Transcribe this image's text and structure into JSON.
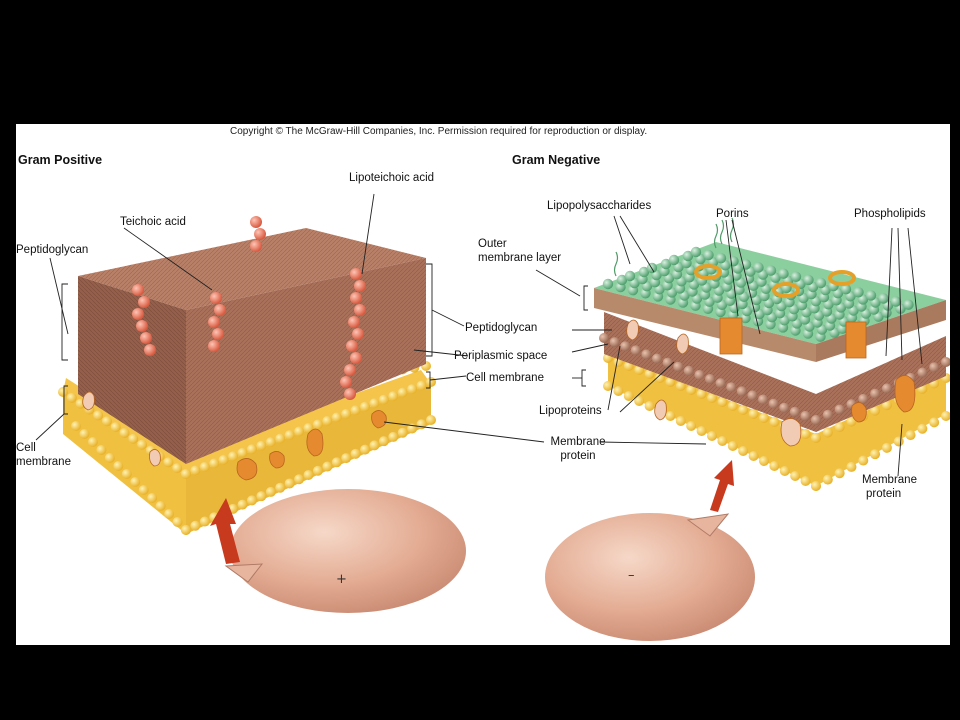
{
  "copyright": "Copyright © The McGraw-Hill Companies, Inc. Permission required for reproduction or display.",
  "positive": {
    "title": "Gram Positive",
    "labels": {
      "lipoteichoic": "Lipoteichoic acid",
      "teichoic": "Teichoic acid",
      "peptidoglycan": "Peptidoglycan",
      "cell_membrane_1": "Cell",
      "cell_membrane_2": "membrane"
    },
    "cell_sign": "+"
  },
  "negative": {
    "title": "Gram Negative",
    "labels": {
      "lps": "Lipopolysaccharides",
      "porins": "Porins",
      "phospholipids": "Phospholipids",
      "outer_1": "Outer",
      "outer_2": "membrane layer",
      "lipoproteins": "Lipoproteins",
      "mprotein_1": "Membrane",
      "mprotein_2": "protein"
    },
    "cell_sign": "–"
  },
  "shared_labels": {
    "peptidoglycan": "Peptidoglycan",
    "periplasmic": "Periplasmic space",
    "cell_membrane": "Cell membrane",
    "mprotein_1": "Membrane",
    "mprotein_2": "protein"
  },
  "colors": {
    "peptidoglycan": "#a9705a",
    "lipid_head": "#f2c23a",
    "outer_head": "#6fba8a",
    "protein": "#e58a2e",
    "cell": "#e6b39b",
    "arrow": "#c83a1e",
    "teichoic": "#e8745c"
  }
}
